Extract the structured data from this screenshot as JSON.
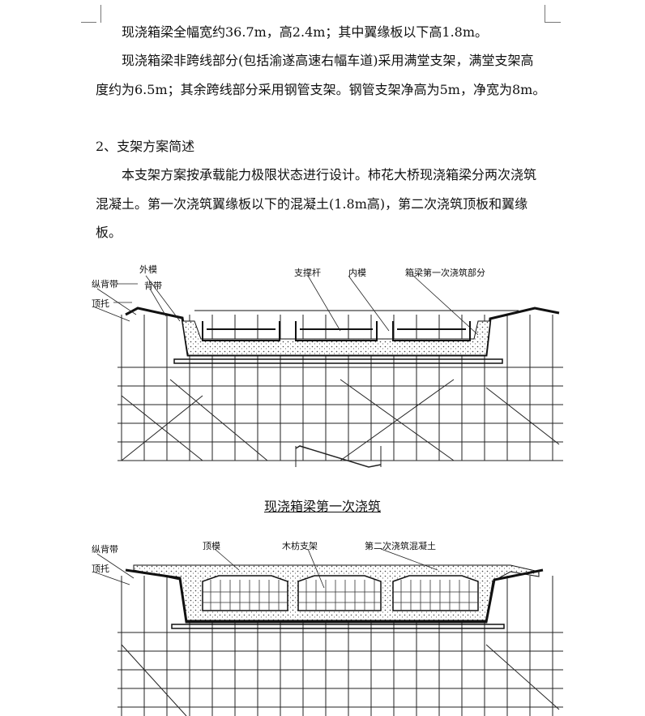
{
  "paragraphs": {
    "p1": "现浇箱梁全幅宽约36.7m，高2.4m；其中翼缘板以下高1.8m。",
    "p2": "现浇箱梁非跨线部分(包括渝遂高速右幅车道)采用满堂支架，满堂支架高度约为6.5m；其余跨线部分采用钢管支架。钢管支架净高为5m，净宽为8m。",
    "p3": "2、支架方案简述",
    "p4": "本支架方案按承载能力极限状态进行设计。柿花大桥现浇箱梁分两次浇筑混凝土。第一次浇筑翼缘板以下的混凝土(1.8m高)，第二次浇筑顶板和翼缘板。"
  },
  "figure1": {
    "labels": {
      "outer_mold": "外模",
      "back_band": "背带",
      "long_back_band": "纵背带",
      "top_support": "顶托",
      "brace_rod": "支撑杆",
      "inner_mold": "内模",
      "first_pour": "箱梁第一次浇筑部分"
    },
    "caption": "现浇箱梁第一次浇筑"
  },
  "figure2": {
    "labels": {
      "long_back_band": "纵背带",
      "top_support": "顶托",
      "top_mold": "顶模",
      "wood_support": "木枋支架",
      "second_pour": "第二次浇筑混凝土"
    }
  }
}
